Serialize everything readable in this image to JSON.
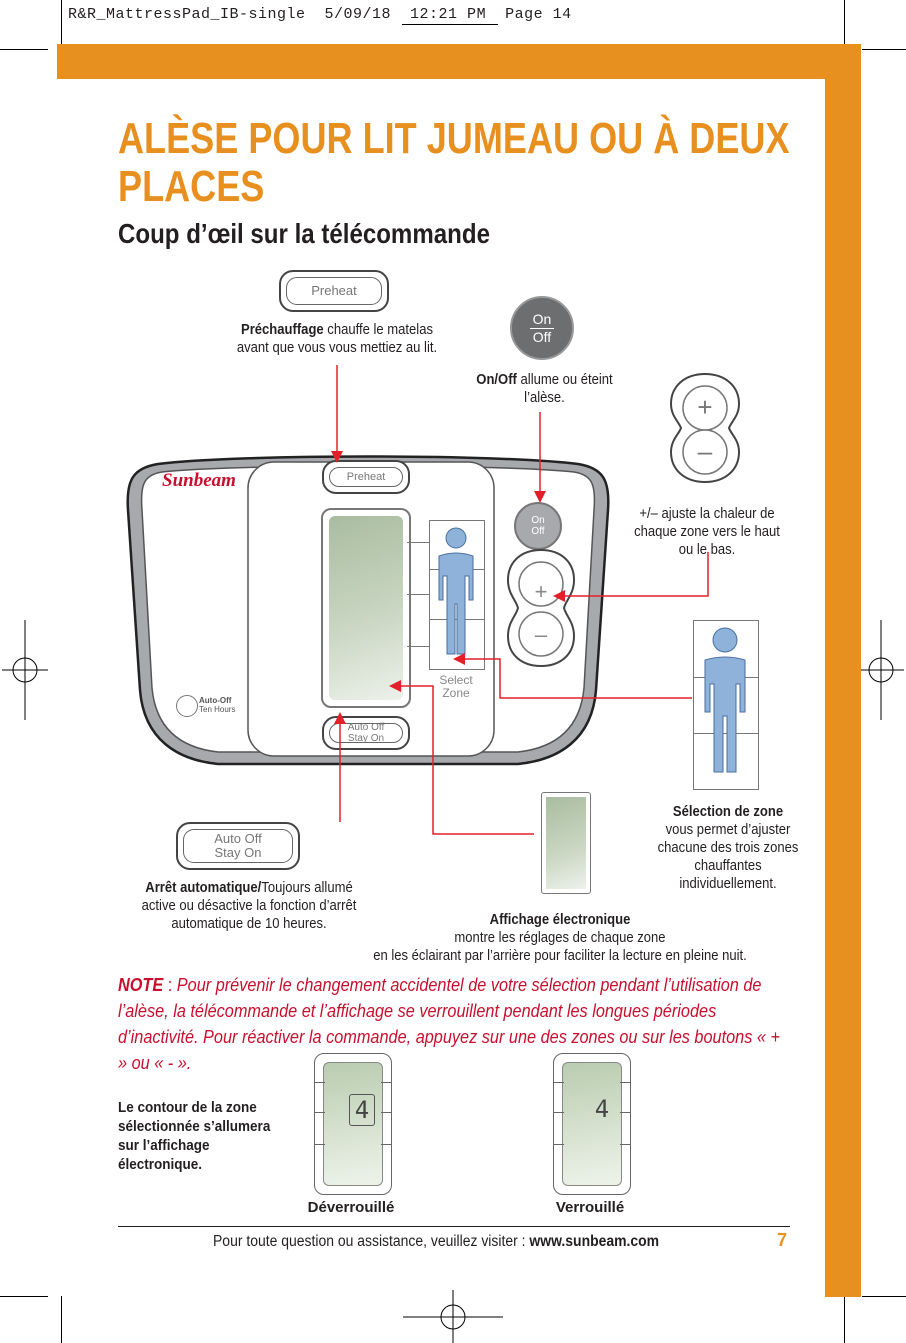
{
  "header": {
    "file_slug": "R&R_MattressPad_IB-single  5/09/18  12:21 PM  Page 14"
  },
  "page": {
    "title": "ALÈSE POUR LIT JUMEAU OU À DEUX PLACES",
    "subtitle": "Coup d’œil sur la télécommande",
    "page_number": "7"
  },
  "remote": {
    "brand": "Sunbeam",
    "preheat_label": "Preheat",
    "on_label": "On",
    "off_label": "Off",
    "plus_symbol": "+",
    "minus_symbol": "–",
    "select_label": "Select",
    "zone_label": "Zone",
    "auto_off_label": "Auto Off",
    "stay_on_label": "Stay On",
    "badge_auto_off": "Auto-Off",
    "badge_ten_hours": "Ten Hours"
  },
  "callouts": {
    "preheat": {
      "bold": "Préchauffage",
      "text": " chauffe le matelas avant que vous vous mettiez au lit."
    },
    "onoff": {
      "bold": "On/Off",
      "text": " allume ou éteint l’alèse."
    },
    "plusminus": {
      "text": "+/– ajuste la chaleur de chaque zone vers le haut ou le bas."
    },
    "zone": {
      "bold": "Sélection de zone",
      "text": "vous permet d’ajuster chacune des trois zones chauffantes individuellement."
    },
    "autooff": {
      "bold": "Arrêt automatique/",
      "text": "Toujours allumé active ou désactive la fonction d’arrêt automatique de 10 heures."
    },
    "display": {
      "bold": "Affichage électronique",
      "line1": "montre les réglages de chaque zone",
      "line2": "en les éclairant par l’arrière pour faciliter la lecture en pleine nuit."
    }
  },
  "note": {
    "label": "NOTE",
    "colon": " :",
    "text": " Pour prévenir le changement accidentel de votre sélection pendant l’utilisation de l’alèse, la télécommande et l’affichage se verrouillent pendant les longues périodes d’inactivité. Pour réactiver la commande, appuyez sur une des zones ou sur les boutons « + » ou « - »."
  },
  "zone_outline_text": "Le contour de la zone sélectionnée s’allumera sur l’affichage électronique.",
  "displays": {
    "unlocked_value": "4",
    "unlocked_label": "Déverrouillé",
    "locked_value": "4",
    "locked_label": "Verrouillé"
  },
  "footer": {
    "text": "Pour toute question ou assistance, veuillez visiter  : ",
    "url": "www.sunbeam.com"
  },
  "colors": {
    "accent": "#e8901f",
    "callout_line": "#e3202a",
    "note": "#c8102e"
  }
}
